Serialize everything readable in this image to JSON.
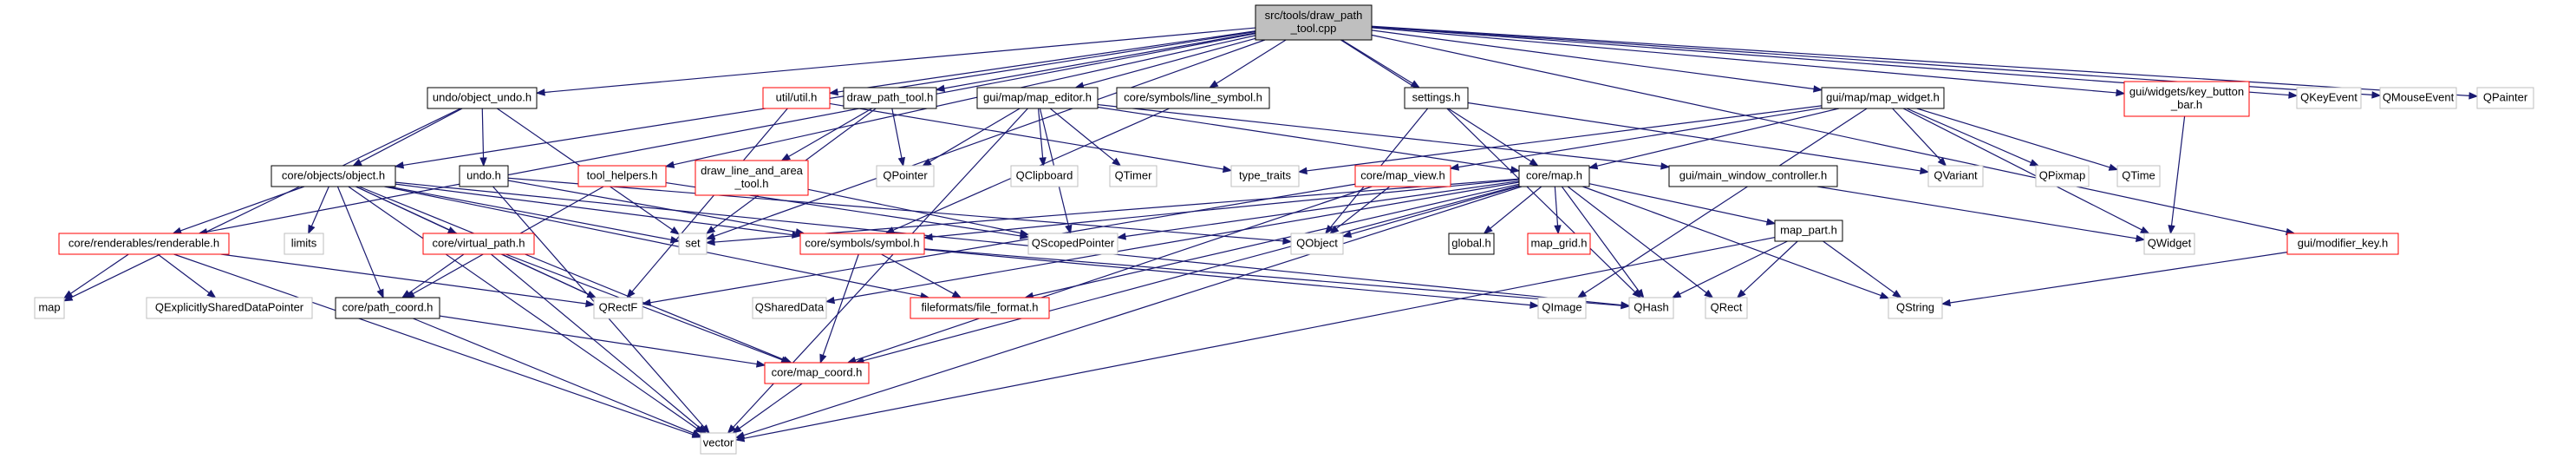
{
  "diagram": {
    "colors": {
      "edge": "#191970",
      "root_fill": "#bfbfbf",
      "documented_border": "#000000",
      "undocumented_border": "#ff0000",
      "system_border": "#bfbfbf",
      "text": "#000000"
    },
    "nodes": [
      {
        "id": "root",
        "lines": [
          "src/tools/draw_path",
          "_tool.cpp"
        ],
        "style": "root"
      },
      {
        "id": "undo_object_undo",
        "lines": [
          "undo/object_undo.h"
        ],
        "style": "documented"
      },
      {
        "id": "util_util",
        "lines": [
          "util/util.h"
        ],
        "style": "undocumented"
      },
      {
        "id": "draw_path_tool",
        "lines": [
          "draw_path_tool.h"
        ],
        "style": "documented"
      },
      {
        "id": "map_editor",
        "lines": [
          "gui/map/map_editor.h"
        ],
        "style": "documented"
      },
      {
        "id": "line_symbol",
        "lines": [
          "core/symbols/line_symbol.h"
        ],
        "style": "documented"
      },
      {
        "id": "settings",
        "lines": [
          "settings.h"
        ],
        "style": "documented"
      },
      {
        "id": "map_widget",
        "lines": [
          "gui/map/map_widget.h"
        ],
        "style": "documented"
      },
      {
        "id": "key_button_bar",
        "lines": [
          "gui/widgets/key_button",
          "_bar.h"
        ],
        "style": "undocumented"
      },
      {
        "id": "QKeyEvent",
        "lines": [
          "QKeyEvent"
        ],
        "style": "system"
      },
      {
        "id": "QMouseEvent",
        "lines": [
          "QMouseEvent"
        ],
        "style": "system"
      },
      {
        "id": "QPainter",
        "lines": [
          "QPainter"
        ],
        "style": "system"
      },
      {
        "id": "core_object",
        "lines": [
          "core/objects/object.h"
        ],
        "style": "documented"
      },
      {
        "id": "undo_h",
        "lines": [
          "undo.h"
        ],
        "style": "documented"
      },
      {
        "id": "tool_helpers",
        "lines": [
          "tool_helpers.h"
        ],
        "style": "undocumented"
      },
      {
        "id": "draw_line_area",
        "lines": [
          "draw_line_and_area",
          "_tool.h"
        ],
        "style": "undocumented"
      },
      {
        "id": "QPointer",
        "lines": [
          "QPointer"
        ],
        "style": "system"
      },
      {
        "id": "QClipboard",
        "lines": [
          "QClipboard"
        ],
        "style": "system"
      },
      {
        "id": "QTimer",
        "lines": [
          "QTimer"
        ],
        "style": "system"
      },
      {
        "id": "type_traits",
        "lines": [
          "type_traits"
        ],
        "style": "system"
      },
      {
        "id": "map_view",
        "lines": [
          "core/map_view.h"
        ],
        "style": "undocumented"
      },
      {
        "id": "core_map",
        "lines": [
          "core/map.h"
        ],
        "style": "documented"
      },
      {
        "id": "main_window_controller",
        "lines": [
          "gui/main_window_controller.h"
        ],
        "style": "documented"
      },
      {
        "id": "QVariant",
        "lines": [
          "QVariant"
        ],
        "style": "system"
      },
      {
        "id": "QPixmap",
        "lines": [
          "QPixmap"
        ],
        "style": "system"
      },
      {
        "id": "QTime",
        "lines": [
          "QTime"
        ],
        "style": "system"
      },
      {
        "id": "QWidget",
        "lines": [
          "QWidget"
        ],
        "style": "system"
      },
      {
        "id": "modifier_key",
        "lines": [
          "gui/modifier_key.h"
        ],
        "style": "undocumented"
      },
      {
        "id": "renderable",
        "lines": [
          "core/renderables/renderable.h"
        ],
        "style": "undocumented"
      },
      {
        "id": "limits",
        "lines": [
          "limits"
        ],
        "style": "system"
      },
      {
        "id": "virtual_path",
        "lines": [
          "core/virtual_path.h"
        ],
        "style": "undocumented"
      },
      {
        "id": "set",
        "lines": [
          "set"
        ],
        "style": "system"
      },
      {
        "id": "symbol",
        "lines": [
          "core/symbols/symbol.h"
        ],
        "style": "undocumented"
      },
      {
        "id": "QScopedPointer",
        "lines": [
          "QScopedPointer"
        ],
        "style": "system"
      },
      {
        "id": "QObject",
        "lines": [
          "QObject"
        ],
        "style": "system"
      },
      {
        "id": "global",
        "lines": [
          "global.h"
        ],
        "style": "documented"
      },
      {
        "id": "map_grid",
        "lines": [
          "map_grid.h"
        ],
        "style": "undocumented"
      },
      {
        "id": "map_part",
        "lines": [
          "map_part.h"
        ],
        "style": "documented"
      },
      {
        "id": "map",
        "lines": [
          "map"
        ],
        "style": "system"
      },
      {
        "id": "QExplicitlySharedDataPointer",
        "lines": [
          "QExplicitlySharedDataPointer"
        ],
        "style": "system"
      },
      {
        "id": "QRectF",
        "lines": [
          "QRectF"
        ],
        "style": "system"
      },
      {
        "id": "QSharedData",
        "lines": [
          "QSharedData"
        ],
        "style": "system"
      },
      {
        "id": "path_coord",
        "lines": [
          "core/path_coord.h"
        ],
        "style": "documented"
      },
      {
        "id": "file_format",
        "lines": [
          "fileformats/file_format.h"
        ],
        "style": "undocumented"
      },
      {
        "id": "QImage",
        "lines": [
          "QImage"
        ],
        "style": "system"
      },
      {
        "id": "QHash",
        "lines": [
          "QHash"
        ],
        "style": "system"
      },
      {
        "id": "QRect",
        "lines": [
          "QRect"
        ],
        "style": "system"
      },
      {
        "id": "QString",
        "lines": [
          "QString"
        ],
        "style": "system"
      },
      {
        "id": "map_coord",
        "lines": [
          "core/map_coord.h"
        ],
        "style": "undocumented"
      },
      {
        "id": "vector",
        "lines": [
          "vector"
        ],
        "style": "system"
      }
    ],
    "edges": [
      [
        "root",
        "undo_object_undo"
      ],
      [
        "root",
        "util_util"
      ],
      [
        "root",
        "draw_path_tool"
      ],
      [
        "root",
        "map_editor"
      ],
      [
        "root",
        "line_symbol"
      ],
      [
        "root",
        "settings"
      ],
      [
        "root",
        "map_widget"
      ],
      [
        "root",
        "key_button_bar"
      ],
      [
        "root",
        "QKeyEvent"
      ],
      [
        "root",
        "QMouseEvent"
      ],
      [
        "root",
        "QPainter"
      ],
      [
        "root",
        "core_object"
      ],
      [
        "root",
        "tool_helpers"
      ],
      [
        "root",
        "core_map"
      ],
      [
        "root",
        "modifier_key"
      ],
      [
        "root",
        "renderable"
      ],
      [
        "root",
        "set"
      ],
      [
        "undo_object_undo",
        "core_object"
      ],
      [
        "undo_object_undo",
        "undo_h"
      ],
      [
        "undo_object_undo",
        "map"
      ],
      [
        "undo_object_undo",
        "set"
      ],
      [
        "util_util",
        "type_traits"
      ],
      [
        "util_util",
        "QRectF"
      ],
      [
        "draw_path_tool",
        "draw_line_area"
      ],
      [
        "draw_path_tool",
        "QPointer"
      ],
      [
        "draw_path_tool",
        "set"
      ],
      [
        "map_editor",
        "QPointer"
      ],
      [
        "map_editor",
        "QClipboard"
      ],
      [
        "map_editor",
        "QTimer"
      ],
      [
        "map_editor",
        "QScopedPointer"
      ],
      [
        "map_editor",
        "core_map"
      ],
      [
        "map_editor",
        "main_window_controller"
      ],
      [
        "map_editor",
        "vector"
      ],
      [
        "line_symbol",
        "symbol"
      ],
      [
        "settings",
        "QVariant"
      ],
      [
        "settings",
        "QObject"
      ],
      [
        "settings",
        "QHash"
      ],
      [
        "map_widget",
        "QPixmap"
      ],
      [
        "map_widget",
        "QTime"
      ],
      [
        "map_widget",
        "QWidget"
      ],
      [
        "map_widget",
        "QVariant"
      ],
      [
        "map_widget",
        "core_map"
      ],
      [
        "map_widget",
        "map_view"
      ],
      [
        "map_widget",
        "type_traits"
      ],
      [
        "map_widget",
        "QImage"
      ],
      [
        "key_button_bar",
        "QWidget"
      ],
      [
        "core_object",
        "renderable"
      ],
      [
        "core_object",
        "limits"
      ],
      [
        "core_object",
        "virtual_path"
      ],
      [
        "core_object",
        "path_coord"
      ],
      [
        "core_object",
        "QRectF"
      ],
      [
        "core_object",
        "symbol"
      ],
      [
        "core_object",
        "map_coord"
      ],
      [
        "core_object",
        "vector"
      ],
      [
        "core_object",
        "set"
      ],
      [
        "core_object",
        "QHash"
      ],
      [
        "core_object",
        "file_format"
      ],
      [
        "undo_h",
        "symbol"
      ],
      [
        "undo_h",
        "vector"
      ],
      [
        "undo_h",
        "QObject"
      ],
      [
        "tool_helpers",
        "QScopedPointer"
      ],
      [
        "tool_helpers",
        "path_coord"
      ],
      [
        "draw_line_area",
        "QScopedPointer"
      ],
      [
        "map_view",
        "QObject"
      ],
      [
        "map_view",
        "map_coord"
      ],
      [
        "map_view",
        "QRectF"
      ],
      [
        "core_map",
        "set"
      ],
      [
        "core_map",
        "global"
      ],
      [
        "core_map",
        "map_grid"
      ],
      [
        "core_map",
        "map_part"
      ],
      [
        "core_map",
        "QObject"
      ],
      [
        "core_map",
        "QScopedPointer"
      ],
      [
        "core_map",
        "QHash"
      ],
      [
        "core_map",
        "QRect"
      ],
      [
        "core_map",
        "QString"
      ],
      [
        "core_map",
        "vector"
      ],
      [
        "core_map",
        "symbol"
      ],
      [
        "core_map",
        "file_format"
      ],
      [
        "core_map",
        "map_coord"
      ],
      [
        "core_map",
        "QSharedData"
      ],
      [
        "main_window_controller",
        "QWidget"
      ],
      [
        "modifier_key",
        "QString"
      ],
      [
        "renderable",
        "map"
      ],
      [
        "renderable",
        "QExplicitlySharedDataPointer"
      ],
      [
        "renderable",
        "QRectF"
      ],
      [
        "renderable",
        "vector"
      ],
      [
        "virtual_path",
        "path_coord"
      ],
      [
        "virtual_path",
        "QRectF"
      ],
      [
        "virtual_path",
        "map_coord"
      ],
      [
        "virtual_path",
        "vector"
      ],
      [
        "symbol",
        "file_format"
      ],
      [
        "symbol",
        "map_coord"
      ],
      [
        "symbol",
        "QImage"
      ],
      [
        "symbol",
        "QHash"
      ],
      [
        "map_part",
        "QHash"
      ],
      [
        "map_part",
        "QRect"
      ],
      [
        "map_part",
        "QString"
      ],
      [
        "map_part",
        "vector"
      ],
      [
        "path_coord",
        "map_coord"
      ],
      [
        "path_coord",
        "vector"
      ],
      [
        "map_coord",
        "vector"
      ]
    ]
  }
}
